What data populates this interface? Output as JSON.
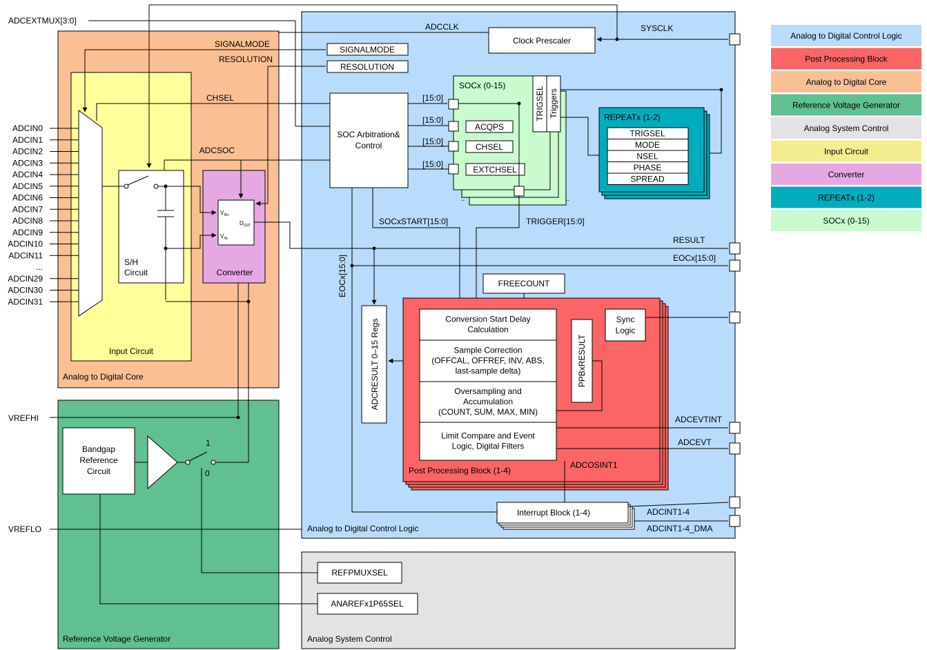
{
  "external_pins": {
    "adcextmux": "ADCEXTMUX[3:0]",
    "adcin": [
      "ADCIN0",
      "ADCIN1",
      "ADCIN2",
      "ADCIN3",
      "ADCIN4",
      "ADCIN5",
      "ADCIN6",
      "ADCIN7",
      "ADCIN8",
      "ADCIN9",
      "ADCIN10",
      "ADCIN11",
      "...",
      "ADCIN29",
      "ADCIN30",
      "ADCIN31"
    ],
    "mux_inputs": [
      "0",
      "1",
      "2",
      "3",
      "4",
      "5",
      "6",
      "7",
      "8",
      "9",
      "10",
      "11",
      "...",
      "29",
      "30",
      "31"
    ],
    "vrefhi": "VREFHI",
    "vreflo": "VREFLO"
  },
  "regions": {
    "analog_core": "Analog to Digital Core",
    "input_circuit": "Input Circuit",
    "control_logic": "Analog to Digital Control Logic",
    "ref_gen": "Reference Voltage Generator",
    "system_control": "Analog System Control"
  },
  "core": {
    "signalmode": "SIGNALMODE",
    "resolution": "RESOLUTION",
    "chsel": "CHSEL",
    "adcsoc": "ADCSOC",
    "sh_line1": "S/H",
    "sh_line2": "Circuit",
    "converter": "Converter",
    "vin_plus": "V",
    "vin_plus_sub": "IN+",
    "vin_minus": "V",
    "vin_minus_sub": "IN-",
    "dout": "D",
    "dout_sub": "OUT"
  },
  "control": {
    "adcclk": "ADCCLK",
    "sysclk": "SYSCLK",
    "clock_prescaler": "Clock Prescaler",
    "signalmode_reg": "SIGNALMODE",
    "resolution_reg": "RESOLUTION",
    "soc_arb_line1": "SOC Arbitration&",
    "soc_arb_line2": "Control",
    "bus": "[15:0]",
    "socx_title": "SOCx (0-15)",
    "acqps": "ACQPS",
    "chsel_reg": "CHSEL",
    "extchsel": "EXTCHSEL",
    "trigsel": "TRIGSEL",
    "triggers": "Triggers",
    "repeat_title": "REPEATx (1-2)",
    "repeat_regs": [
      "TRIGSEL",
      "MODE",
      "NSEL",
      "PHASE",
      "SPREAD"
    ],
    "socxstart": "SOCxSTART[15:0]",
    "trigger": "TRIGGER[15:0]",
    "result": "RESULT",
    "eocx": "EOCx[15:0]",
    "eocx_vertical": "EOCx[15:0]",
    "freecount": "FREECOUNT",
    "adcresult": "ADCRESULT 0–15 Regs",
    "ppb_rows": [
      [
        "Conversion Start Delay",
        "Calculation"
      ],
      [
        "Sample Correction",
        "(OFFCAL, OFFREF, INV, ABS,",
        "last-sample delta)"
      ],
      [
        "Oversampling and",
        "Accumulation",
        "(COUNT, SUM, MAX, MIN)"
      ],
      [
        "Limit Compare and Event",
        "Logic, Digital Filters"
      ]
    ],
    "ppbxresult": "PPBxRESULT",
    "sync_line1": "Sync",
    "sync_line2": "Logic",
    "ppb_title": "Post Processing Block (1-4)",
    "adcevtint": "ADCEVTINT",
    "adcevt": "ADCEVT",
    "adcosint1": "ADCOSINT1",
    "interrupt_block": "Interrupt Block (1-4)",
    "adcint": "ADCINT1-4",
    "adcint_dma": "ADCINT1-4_DMA"
  },
  "refgen": {
    "bandgap": [
      "Bandgap",
      "Reference",
      "Circuit"
    ],
    "switch_1": "1",
    "switch_0": "0"
  },
  "system": {
    "refpmuxsel": "REFPMUXSEL",
    "anarefx": "ANAREFx1P65SEL"
  },
  "legend": [
    {
      "label": "Analog to Digital Control Logic",
      "color": "#b9dcfc"
    },
    {
      "label": "Post Processing Block",
      "color": "#fb6565"
    },
    {
      "label": "Analog to Digital Core",
      "color": "#fbbf94"
    },
    {
      "label": "Reference Voltage Generator",
      "color": "#60c08f"
    },
    {
      "label": "Analog System Control",
      "color": "#e3e3e3"
    },
    {
      "label": "Input Circuit",
      "color": "#f4ed90"
    },
    {
      "label": "Converter",
      "color": "#e6a8e2"
    },
    {
      "label": "REPEATx (1-2)",
      "color": "#00adbd"
    },
    {
      "label": "SOCx (0-15)",
      "color": "#c9fbcf"
    }
  ],
  "colors": {
    "control_logic": "#b9dcfc",
    "post_processing": "#fb6565",
    "analog_core": "#fbbf94",
    "ref_gen": "#60c08f",
    "system_control": "#e3e3e3",
    "input_circuit": "#ffff9b",
    "converter": "#e6a8e2",
    "repeat": "#00adbd",
    "socx": "#c9fbcf"
  }
}
